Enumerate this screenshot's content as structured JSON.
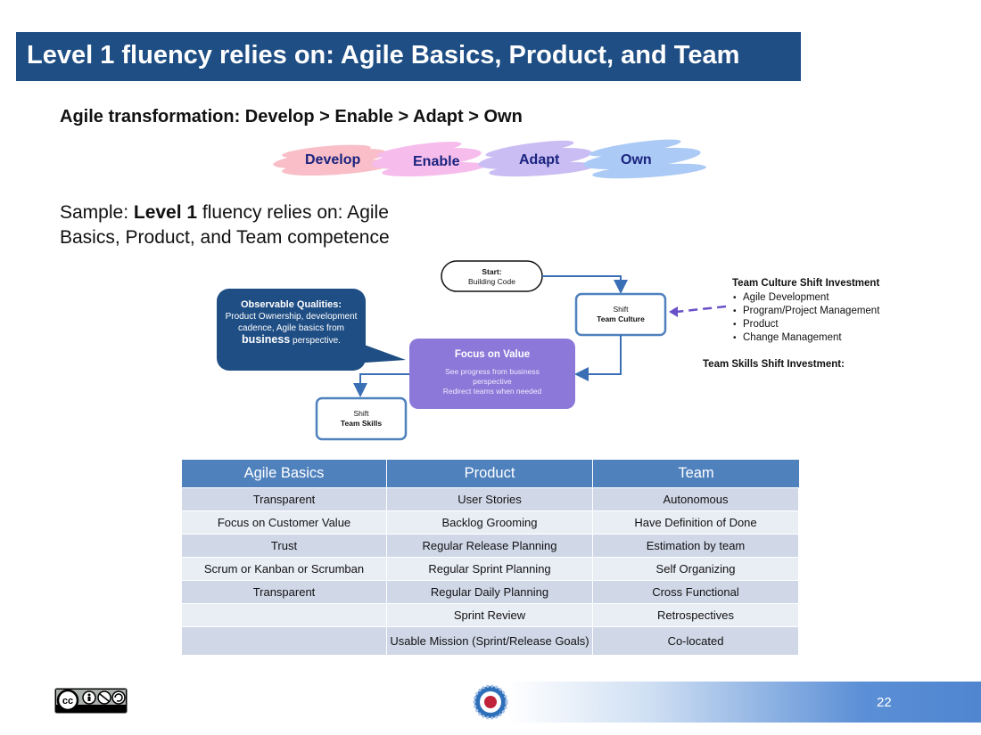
{
  "slide": {
    "title": "Level 1 fluency relies on:  Agile Basics, Product, and Team",
    "subtitle": "Agile transformation:  Develop > Enable > Adapt > Own",
    "stages": [
      "Develop",
      "Enable",
      "Adapt",
      "Own"
    ],
    "sample": {
      "prefix": "Sample: ",
      "bold": "Level 1",
      "suffix": " fluency relies on: Agile Basics, Product, and Team competence"
    },
    "page_number": "22"
  },
  "diagram": {
    "start_box": {
      "title": "Start:",
      "subtitle": "Building Code"
    },
    "culture_box": {
      "line1": "Shift",
      "line2": "Team Culture"
    },
    "skills_box": {
      "line1": "Shift",
      "line2": "Team Skills"
    },
    "observable": {
      "title": "Observable Qualities:",
      "text": "Product Ownership, development cadence, Agile basics from ",
      "emphasis": "business",
      "text_end": " perspective."
    },
    "focus": {
      "title": "Focus on Value",
      "line1": "See progress from business perspective",
      "line2": "Redirect teams when needed"
    },
    "culture_investment": {
      "heading": "Team Culture Shift Investment",
      "items": [
        "Agile Development",
        "Program/Project Management",
        "Product",
        "Change Management"
      ]
    },
    "skills_investment": {
      "heading": "Team Skills Shift Investment:"
    }
  },
  "table": {
    "headers": [
      "Agile Basics",
      "Product",
      "Team"
    ],
    "rows": [
      [
        "Transparent",
        "User Stories",
        "Autonomous"
      ],
      [
        "Focus on Customer Value",
        "Backlog Grooming",
        "Have Definition of Done"
      ],
      [
        "Trust",
        "Regular Release Planning",
        "Estimation by team"
      ],
      [
        "Scrum or Kanban or Scrumban",
        "Regular Sprint Planning",
        "Self Organizing"
      ],
      [
        "Transparent",
        "Regular Daily Planning",
        "Cross Functional"
      ],
      [
        "",
        "Sprint Review",
        "Retrospectives"
      ],
      [
        "",
        "Usable Mission (Sprint/Release Goals)",
        "Co-located"
      ]
    ]
  },
  "colors": {
    "title_bar": "#1f4e84",
    "table_header": "#4f81bd",
    "focus_box": "#8b78d8",
    "arrow_blue": "#3a6fb5",
    "dashed_arrow": "#6a4fc8"
  },
  "icons": [
    "creative-commons-by-nc-sa-badge",
    "target-roundel-icon"
  ]
}
